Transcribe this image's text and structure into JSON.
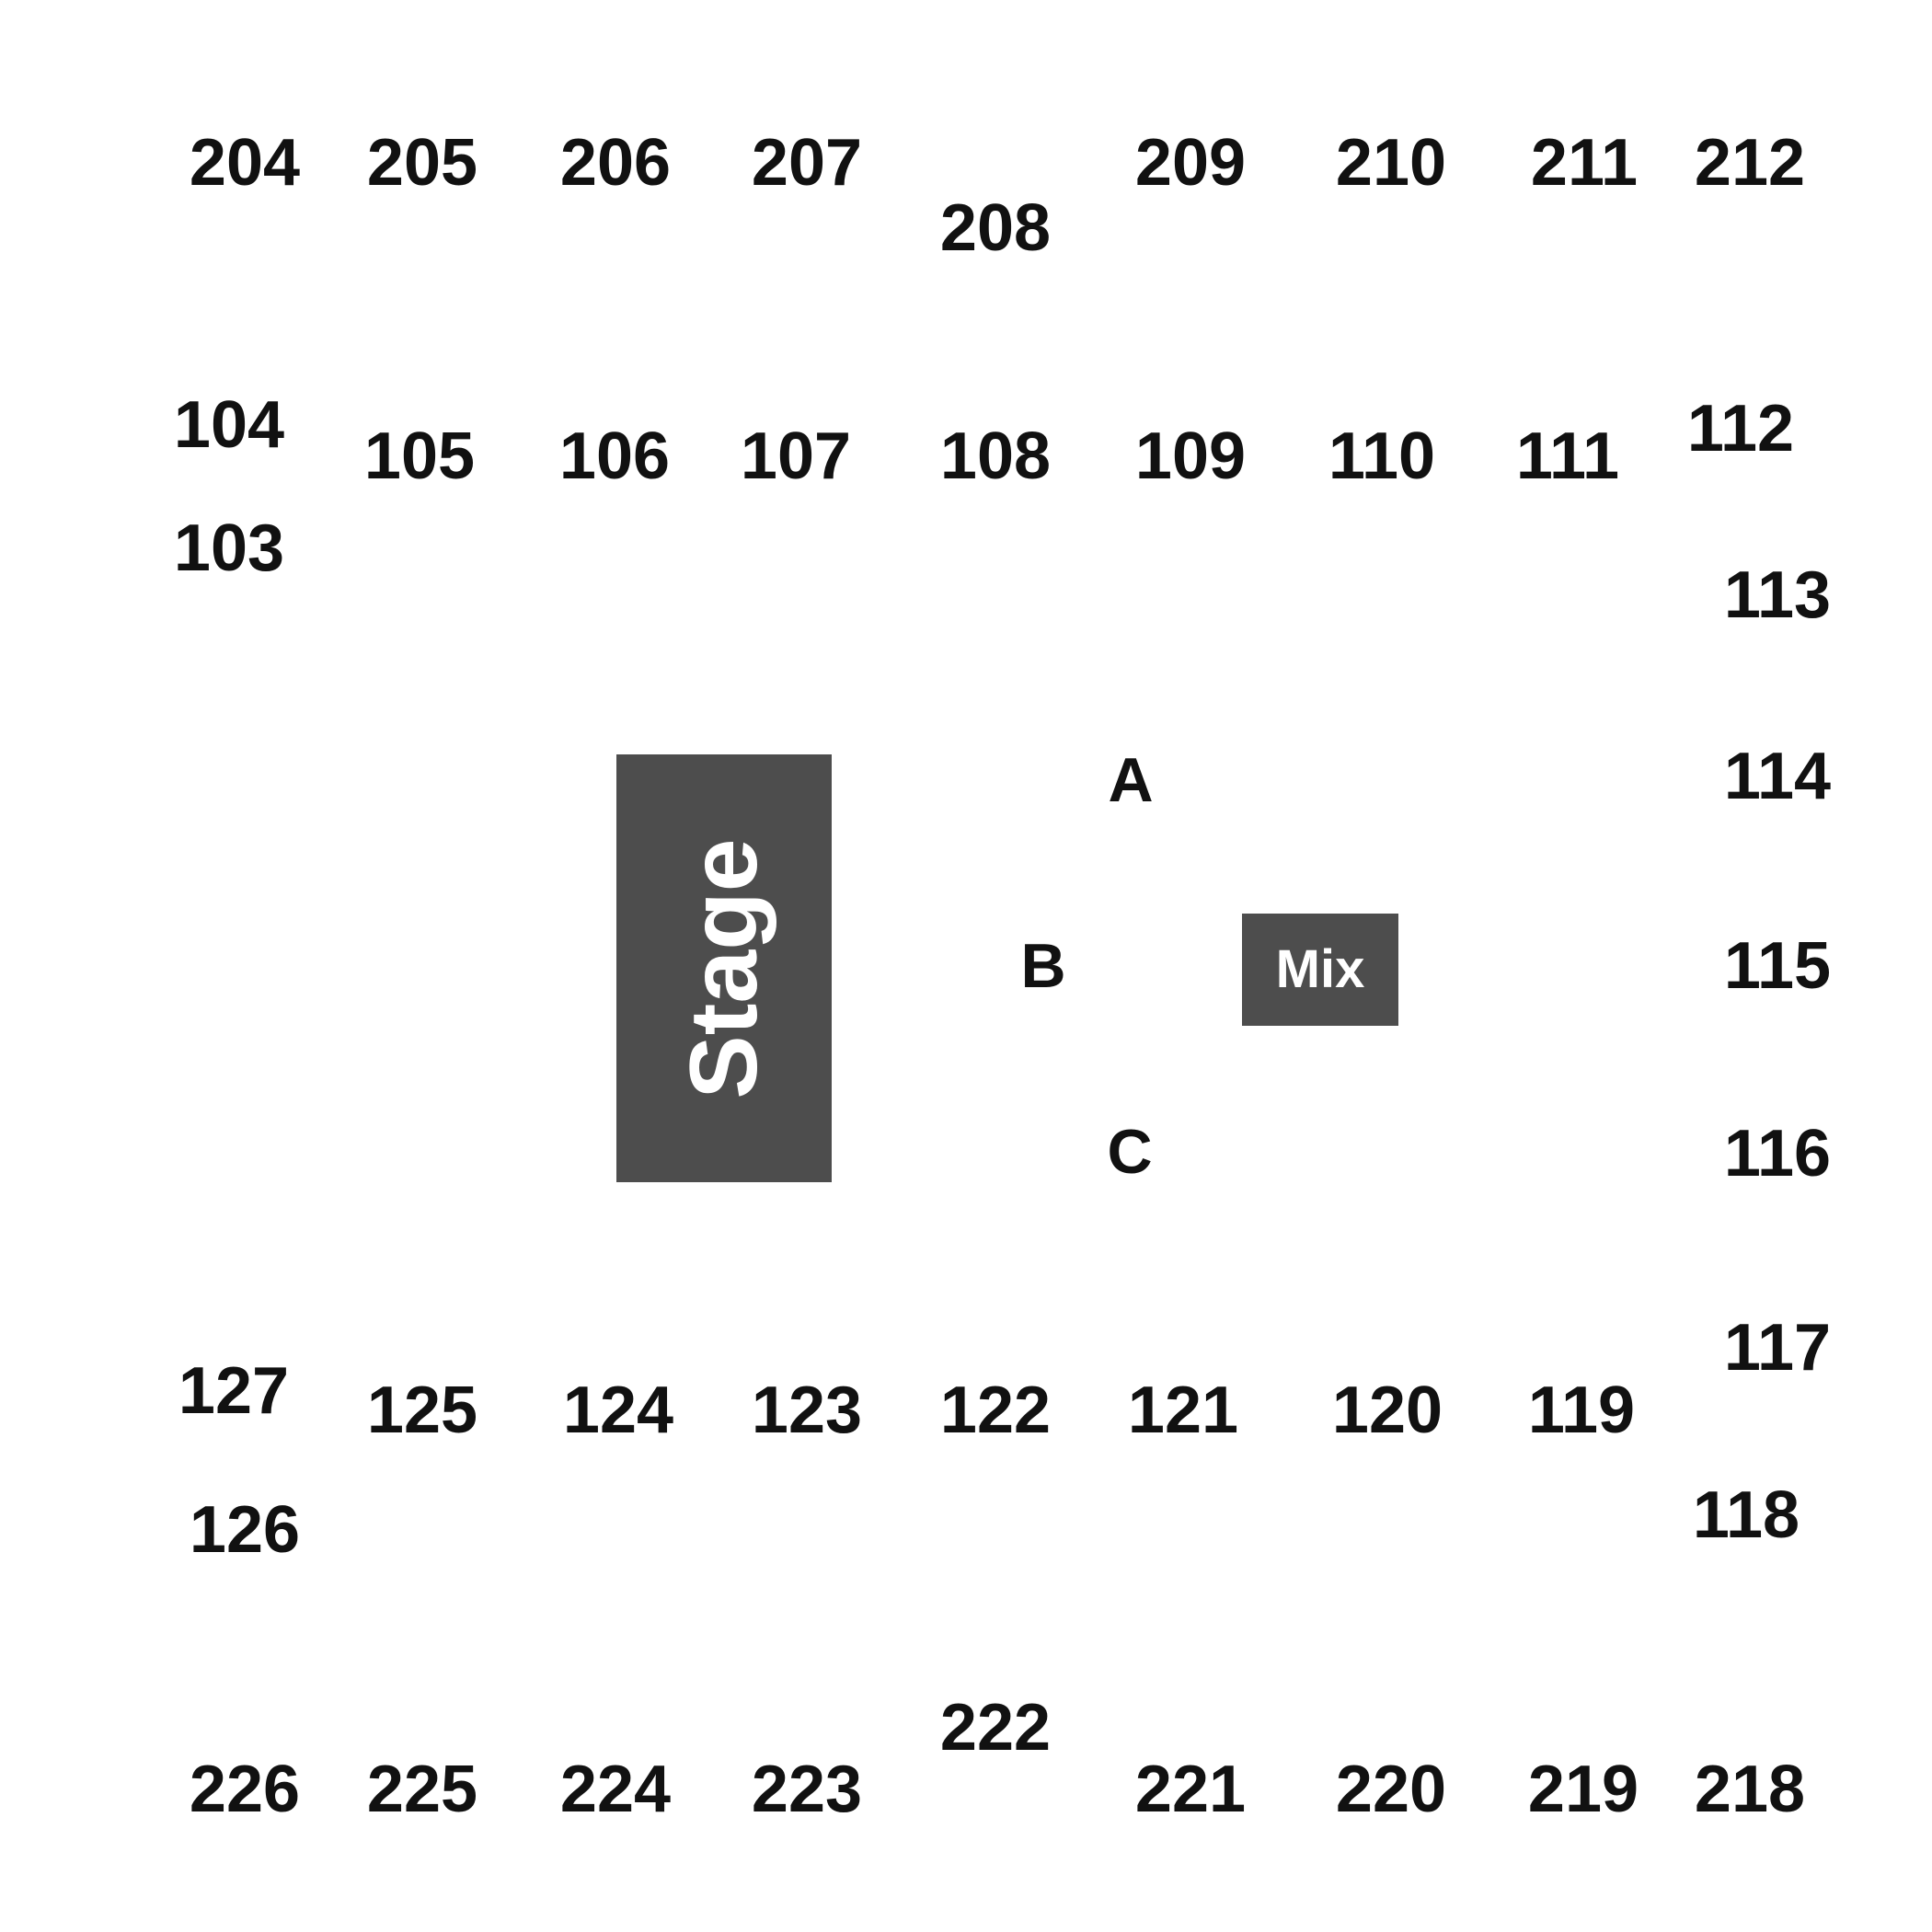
{
  "upper_level": {
    "top_row": [
      "204",
      "205",
      "206",
      "207",
      "208",
      "209",
      "210",
      "211",
      "212"
    ],
    "bottom_row": [
      "226",
      "225",
      "224",
      "223",
      "222",
      "221",
      "220",
      "219",
      "218"
    ]
  },
  "lower_level": {
    "left_side": [
      "104",
      "103",
      "127",
      "126"
    ],
    "top_row": [
      "105",
      "106",
      "107",
      "108",
      "109",
      "110",
      "111"
    ],
    "right_side": [
      "112",
      "113",
      "114",
      "115",
      "116",
      "117",
      "118"
    ],
    "bottom_row": [
      "125",
      "124",
      "123",
      "122",
      "121",
      "120",
      "119"
    ]
  },
  "floor": {
    "sections": [
      "A",
      "B",
      "C"
    ]
  },
  "stage": {
    "label": "Stage"
  },
  "mix": {
    "label": "Mix"
  },
  "colors": {
    "label_text": "#111111",
    "block_fill": "#4d4d4d",
    "block_text": "#ffffff",
    "background": "#ffffff"
  }
}
